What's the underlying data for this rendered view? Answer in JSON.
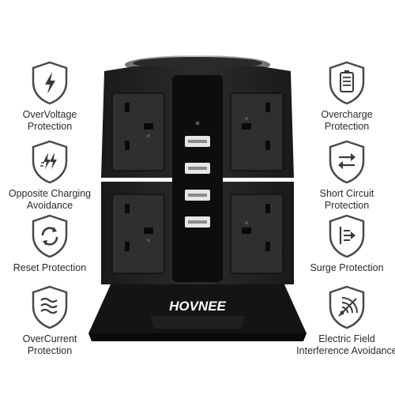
{
  "brand": "HOVNEE",
  "features_left": [
    {
      "label_line1": "OverVoltage",
      "label_line2": "Protection",
      "icon": "lightning-bolt-icon"
    },
    {
      "label_line1": "Opposite Charging",
      "label_line2": "Avoidance",
      "icon": "double-lightning-icon"
    },
    {
      "label_line1": "Reset Protection",
      "label_line2": "",
      "icon": "refresh-icon"
    },
    {
      "label_line1": "OverCurrent",
      "label_line2": "Protection",
      "icon": "waves-icon"
    }
  ],
  "features_right": [
    {
      "label_line1": "Overcharge",
      "label_line2": "Protection",
      "icon": "battery-icon"
    },
    {
      "label_line1": "Short Circuit",
      "label_line2": "Protection",
      "icon": "swap-arrows-icon"
    },
    {
      "label_line1": "Surge Protection",
      "label_line2": "",
      "icon": "surge-arrow-icon"
    },
    {
      "label_line1": "Electric Field",
      "label_line2": "Interference Avoidance",
      "icon": "signal-icon"
    }
  ],
  "colors": {
    "shield_stroke": "#4a4a4a",
    "icon_stroke": "#3a3a3a",
    "body": "#262626",
    "body_dark": "#151515",
    "panel": "#2f2f2f",
    "usb": "#e6e6e6",
    "top_ring": "#9a9a9a"
  }
}
